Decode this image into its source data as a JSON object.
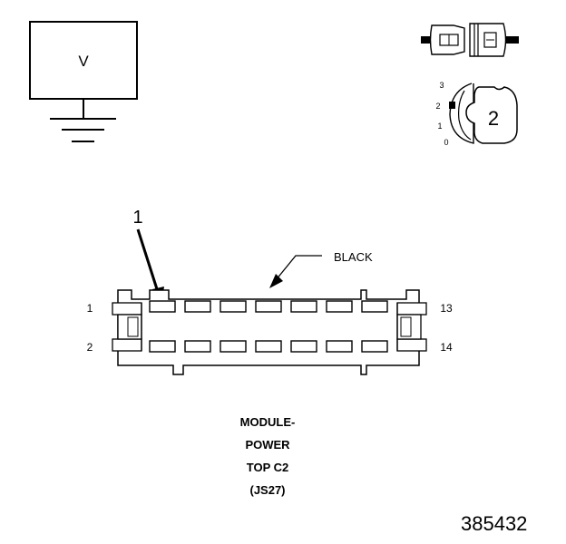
{
  "meter": {
    "label": "V"
  },
  "test_probe_range": {
    "labels": [
      "3",
      "2",
      "1",
      "0"
    ],
    "position_label": "2"
  },
  "callout": {
    "number": "1",
    "color_label": "BLACK"
  },
  "pin_labels": {
    "top_left": "1",
    "bottom_left": "2",
    "top_right": "13",
    "bottom_right": "14"
  },
  "caption": {
    "lines": [
      "MODULE-",
      "POWER",
      "TOP C2",
      "(JS27)"
    ]
  },
  "figure_id": "385432"
}
